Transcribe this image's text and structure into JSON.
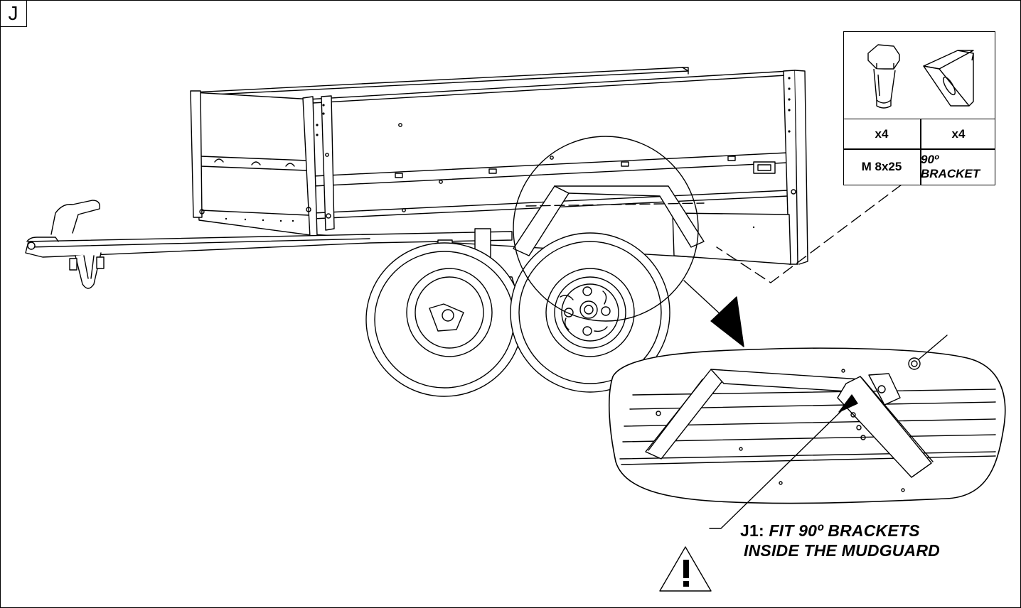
{
  "step": {
    "letter": "J"
  },
  "parts": {
    "bolt": {
      "icon": "flange-bolt-icon",
      "quantity": "x4",
      "spec": "M  8x25"
    },
    "bracket": {
      "icon": "angle-bracket-icon",
      "quantity": "x4",
      "spec": "90º BRACKET"
    }
  },
  "callout": {
    "number": "J1:",
    "line1": "FIT 90º BRACKETS",
    "line2": "INSIDE THE MUDGUARD"
  },
  "icons": {
    "warning": "warning-triangle-icon",
    "arrow": "arrow-down-right-icon"
  }
}
